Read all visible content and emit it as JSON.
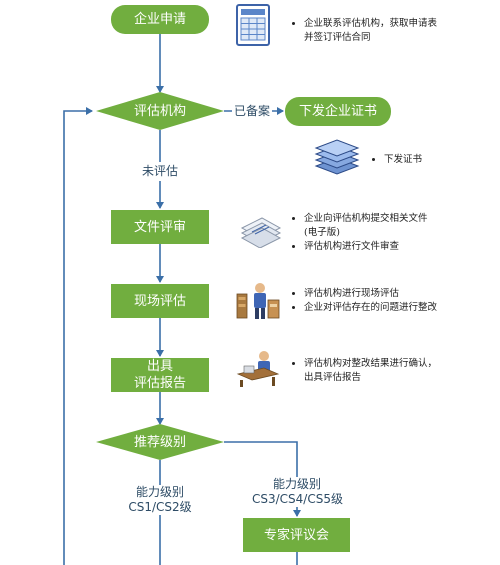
{
  "colors": {
    "node_fill": "#71ae3f",
    "arrow": "#3b6fa8",
    "label_text": "#2e4c66"
  },
  "nodes": {
    "apply": "企业申请",
    "org": "评估机构",
    "issue": "下发企业证书",
    "doc": "文件评审",
    "site": "现场评估",
    "report": "出具\n评估报告",
    "level": "推荐级别",
    "expert": "专家评议会"
  },
  "edge_labels": {
    "filed": "已备案",
    "not_assessed": "未评估",
    "low_level": "能力级别\nCS1/CS2级",
    "high_level": "能力级别\nCS3/CS4/CS5级"
  },
  "notes": {
    "apply": [
      "企业联系评估机构，获取申请表\n并签订评估合同"
    ],
    "issue": [
      "下发证书"
    ],
    "doc": [
      "企业向评估机构提交相关文件\n(电子版)",
      "评估机构进行文件审查"
    ],
    "site": [
      "评估机构进行现场评估",
      "企业对评估存在的问题进行整改"
    ],
    "report": [
      "评估机构对整改结果进行确认，\n出具评估报告"
    ]
  },
  "icons": {
    "apply": "form-document-icon",
    "issue": "certificate-stack-icon",
    "doc": "files-icon",
    "site": "inspector-icon",
    "report": "desk-worker-icon"
  }
}
